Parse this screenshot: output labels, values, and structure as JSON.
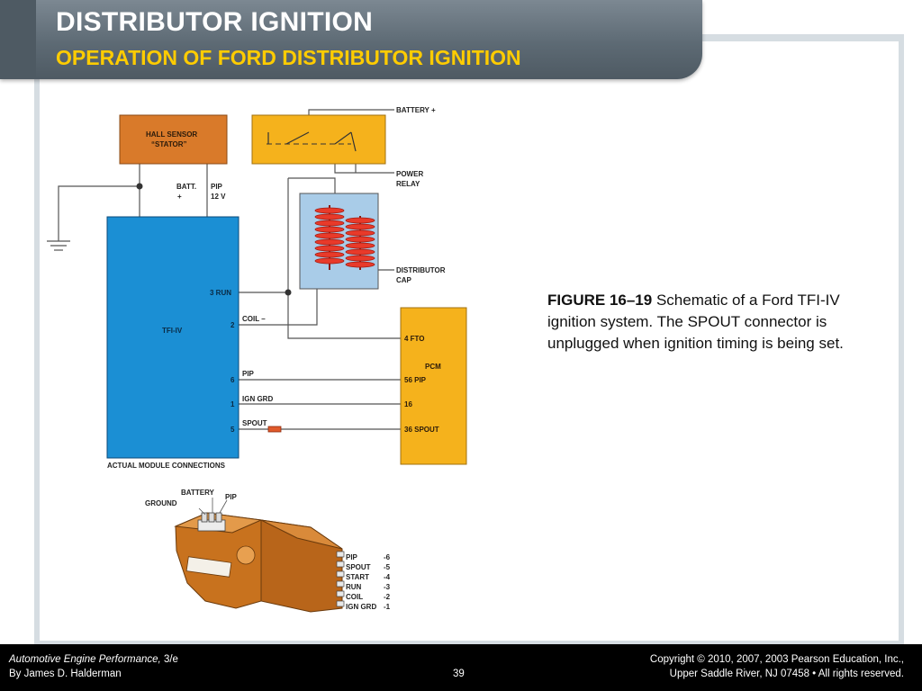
{
  "header": {
    "title": "DISTRIBUTOR IGNITION",
    "subtitle": "OPERATION OF FORD DISTRIBUTOR IGNITION"
  },
  "diagram": {
    "hall_sensor": "HALL SENSOR",
    "stator": "“STATOR”",
    "batt_label": "BATT.",
    "batt_plus": "+",
    "pip_label": "PIP",
    "pip_volts": "12 V",
    "battery_plus": "BATTERY +",
    "power": "POWER",
    "relay": "RELAY",
    "distributor": "DISTRIBUTOR",
    "cap": "CAP",
    "tfi": "TFI-IV",
    "run": "3 RUN",
    "pin2": "2",
    "coil": "COIL –",
    "pin6": "6",
    "pip_wire": "PIP",
    "pin1": "1",
    "ign_grd": "IGN GRD",
    "pin5": "5",
    "spout": "SPOUT",
    "actual": "ACTUAL MODULE CONNECTIONS",
    "fto": "4 FTO",
    "pcm": "PCM",
    "pcm_pip": "56 PIP",
    "pcm_16": "16",
    "pcm_spout": "36 SPOUT",
    "conn_battery": "BATTERY",
    "conn_ground": "GROUND",
    "conn_pip": "PIP",
    "pins": [
      {
        "name": "PIP",
        "num": "-6"
      },
      {
        "name": "SPOUT",
        "num": "-5"
      },
      {
        "name": "START",
        "num": "-4"
      },
      {
        "name": "RUN",
        "num": "-3"
      },
      {
        "name": "COIL",
        "num": "-2"
      },
      {
        "name": "IGN GRD",
        "num": "-1"
      }
    ]
  },
  "caption": {
    "figure": "FIGURE 16–19",
    "text": " Schematic of a Ford TFI-IV ignition system. The SPOUT connector is unplugged when ignition timing is being set."
  },
  "footer": {
    "book": "Automotive Engine Performance,",
    "edition": " 3/e",
    "author": "By James D. Halderman",
    "page": "39",
    "copyright": "Copyright © 2010, 2007, 2003 Pearson Education, Inc.,",
    "address": "Upper Saddle River, NJ 07458 • All rights reserved."
  },
  "colors": {
    "module_blue": "#1b8fd4",
    "orange": "#d97a2a",
    "pcm_yellow": "#f5b21c",
    "coil_red": "#e83a2a",
    "cap_blue": "#a9cce8",
    "subtitle_yellow": "#ffcc00"
  }
}
